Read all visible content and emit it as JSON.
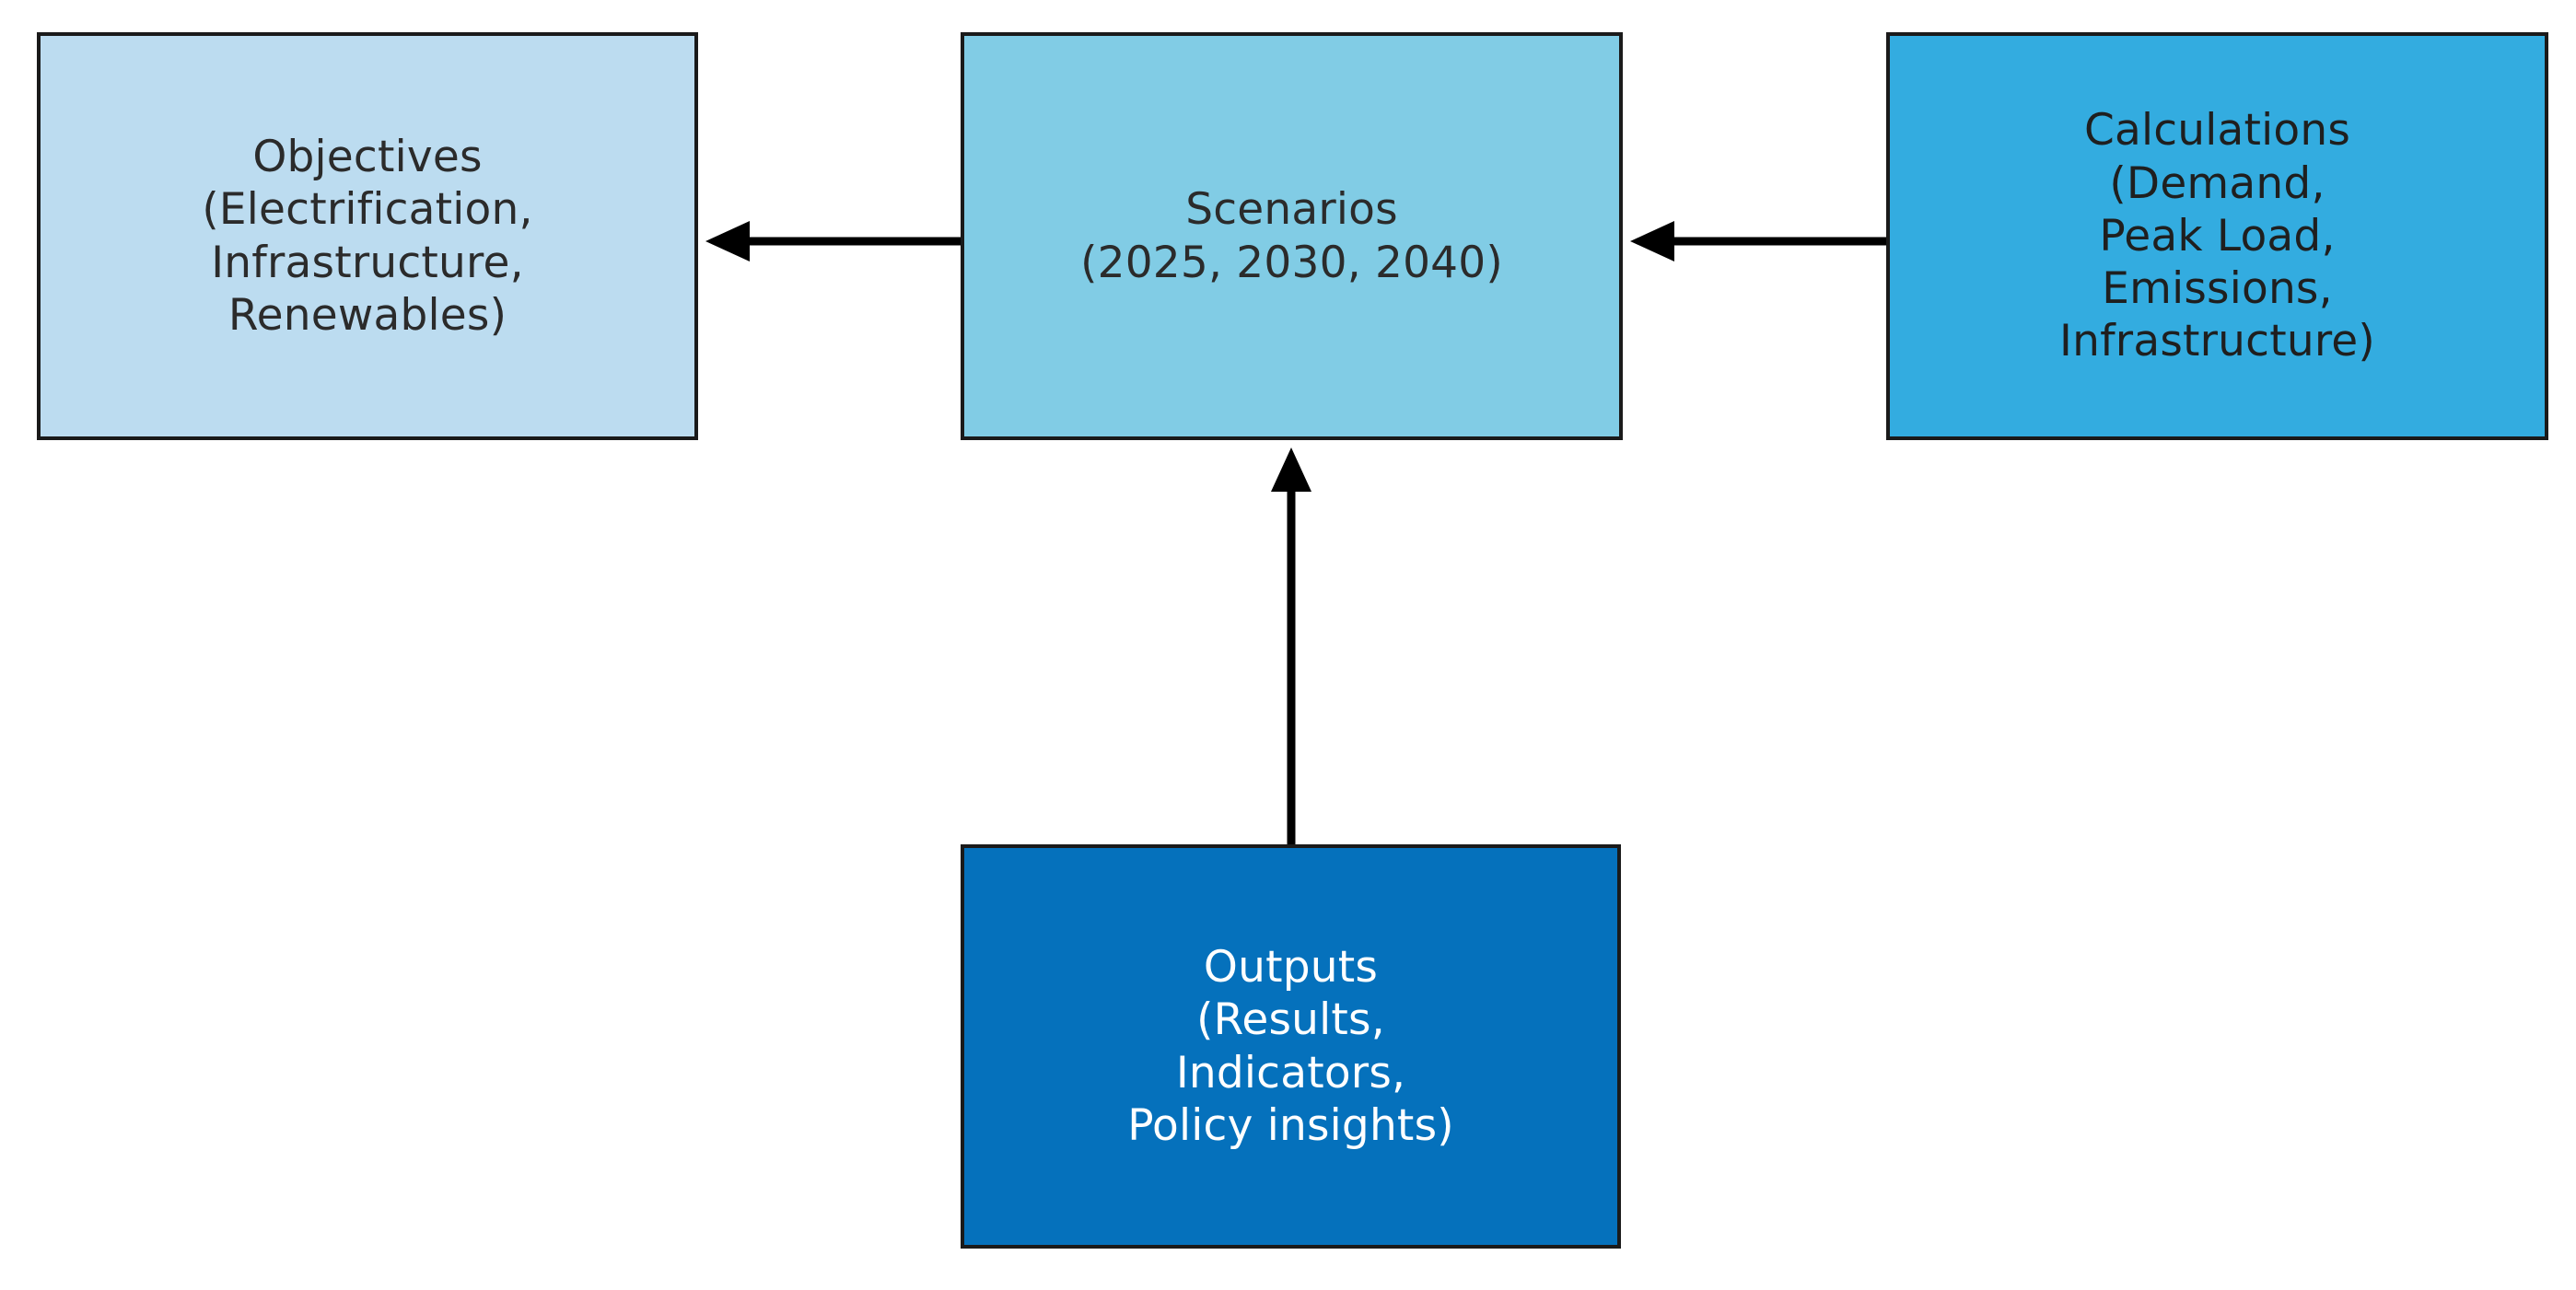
{
  "diagram": {
    "type": "flowchart",
    "orientation": "horizontal-with-bottom-feed",
    "background_color": "#ffffff",
    "nodes": [
      {
        "id": "objectives",
        "label": "Objectives\n(Electrification,\nInfrastructure,\nRenewables)",
        "title": "Objectives",
        "items": [
          "Electrification",
          "Infrastructure",
          "Renewables"
        ],
        "fill_color": "#bcdcf0",
        "border_color": "#1a1a1a",
        "text_color": "#2b2b2b"
      },
      {
        "id": "scenarios",
        "label": "Scenarios\n(2025, 2030, 2040)",
        "title": "Scenarios",
        "items": [
          "2025",
          "2030",
          "2040"
        ],
        "fill_color": "#81cce5",
        "border_color": "#1a1a1a",
        "text_color": "#2b2b2b"
      },
      {
        "id": "calculations",
        "label": "Calculations\n(Demand,\nPeak Load,\nEmissions,\nInfrastructure)",
        "title": "Calculations",
        "items": [
          "Demand",
          "Peak Load",
          "Emissions",
          "Infrastructure"
        ],
        "fill_color": "#33ace0",
        "border_color": "#1a1a1a",
        "text_color": "#1f1f1f"
      },
      {
        "id": "outputs",
        "label": "Outputs\n(Results,\nIndicators,\nPolicy insights)",
        "title": "Outputs",
        "items": [
          "Results",
          "Indicators",
          "Policy insights"
        ],
        "fill_color": "#0571bc",
        "border_color": "#1a1a1a",
        "text_color": "#ffffff"
      }
    ],
    "edges": [
      {
        "id": "scenarios-to-objectives",
        "from": "scenarios",
        "to": "objectives",
        "direction": "left",
        "label": "",
        "color": "#000000"
      },
      {
        "id": "calculations-to-scenarios",
        "from": "calculations",
        "to": "scenarios",
        "direction": "left",
        "label": "",
        "color": "#000000"
      },
      {
        "id": "outputs-to-scenarios",
        "from": "outputs",
        "to": "scenarios",
        "direction": "up",
        "label": "",
        "color": "#000000"
      }
    ]
  }
}
